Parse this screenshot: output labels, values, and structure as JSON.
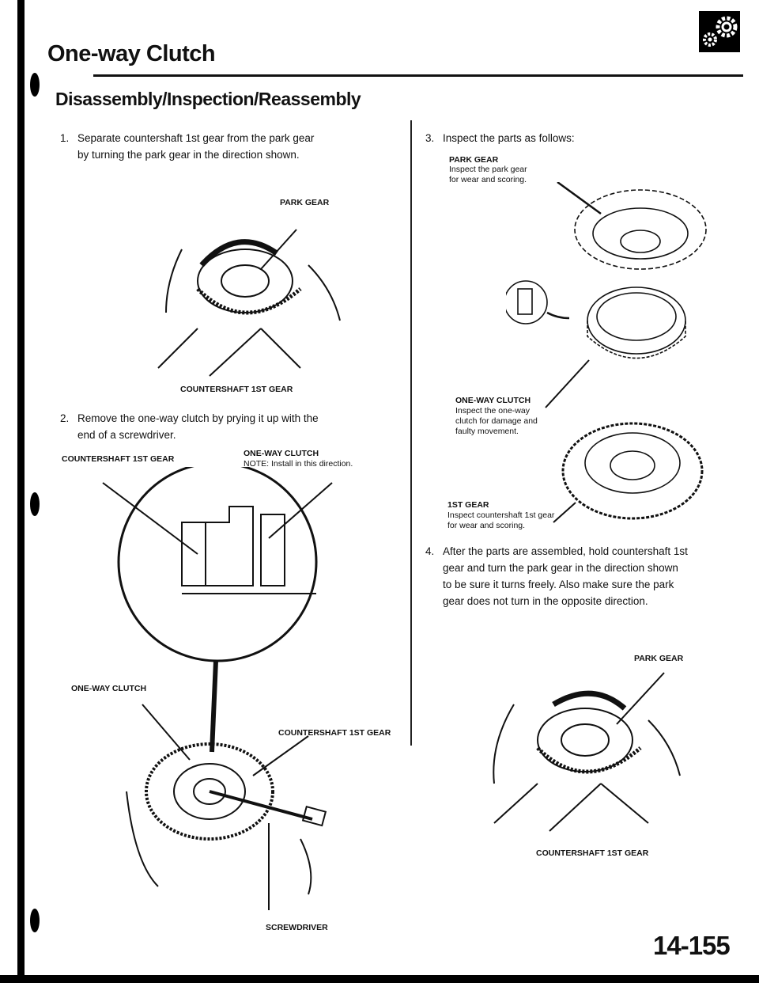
{
  "header": {
    "title": "One-way Clutch",
    "subtitle": "Disassembly/Inspection/Reassembly",
    "icon": "gears-icon"
  },
  "steps": [
    {
      "num": "1.",
      "lines": [
        "Separate countershaft 1st gear from the park gear",
        "by turning the park gear in the direction shown."
      ]
    },
    {
      "num": "2.",
      "lines": [
        "Remove the one-way clutch by prying it up with the",
        "end of a screwdriver."
      ]
    },
    {
      "num": "3.",
      "lines": [
        "Inspect the parts as follows:"
      ]
    },
    {
      "num": "4.",
      "lines": [
        "After the parts are assembled, hold countershaft 1st",
        "gear and turn the park gear in the direction shown",
        "to be sure it turns freely. Also make sure the park",
        "gear does not turn in the opposite direction."
      ]
    }
  ],
  "fig1": {
    "park_gear": "PARK GEAR",
    "countershaft": "COUNTERSHAFT 1ST GEAR"
  },
  "fig2": {
    "countershaft": "COUNTERSHAFT 1ST GEAR",
    "one_way_clutch": "ONE-WAY CLUTCH",
    "note": "NOTE: Install in this direction.",
    "one_way_clutch_2": "ONE-WAY CLUTCH",
    "countershaft_2": "COUNTERSHAFT 1ST GEAR",
    "screwdriver": "SCREWDRIVER"
  },
  "fig3": {
    "park_gear": {
      "title": "PARK GEAR",
      "lines": [
        "Inspect the park gear",
        "for wear and scoring."
      ]
    },
    "one_way_clutch": {
      "title": "ONE-WAY CLUTCH",
      "lines": [
        "Inspect the one-way",
        "clutch for damage and",
        "faulty movement."
      ]
    },
    "first_gear": {
      "title": "1ST GEAR",
      "lines": [
        "Inspect countershaft 1st gear",
        "for wear and scoring."
      ]
    }
  },
  "fig4": {
    "park_gear": "PARK GEAR",
    "countershaft": "COUNTERSHAFT 1ST GEAR"
  },
  "footer": {
    "page_number": "14-155"
  }
}
